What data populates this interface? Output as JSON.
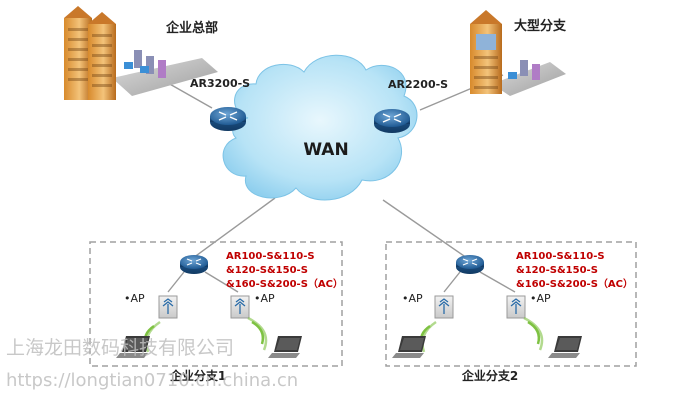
{
  "sites": {
    "hq": "企业总部",
    "large_branch": "大型分支",
    "branch1": "企业分支1",
    "branch2": "企业分支2"
  },
  "wan": "WAN",
  "routers": {
    "hq_router": "AR3200-S",
    "large_router": "AR2200-S"
  },
  "branch_router_models": {
    "line1": "AR100-S&110-S",
    "line2": "&120-S&150-S",
    "line3": "&160-S&200-S（AC）"
  },
  "ap_label": "•AP",
  "watermark": {
    "company": "上海龙田数码科技有限公司",
    "url": "https://longtian0710.cn.china.cn"
  },
  "colors": {
    "wan_cloud": "#b7e3f6",
    "router": "#2a6ca8",
    "model_text": "#c00000",
    "box_border": "#a0a0a0"
  }
}
